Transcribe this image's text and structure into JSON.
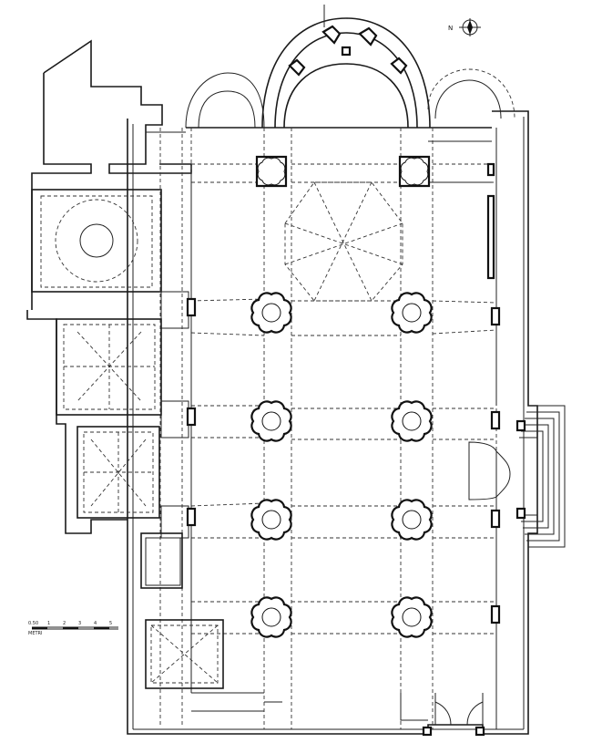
{
  "compass": {
    "label": "N"
  },
  "scale_bar": {
    "unit_label": "METRI",
    "zero_label": "0.50",
    "tick_labels": [
      "1",
      "2",
      "3",
      "4",
      "5"
    ]
  }
}
